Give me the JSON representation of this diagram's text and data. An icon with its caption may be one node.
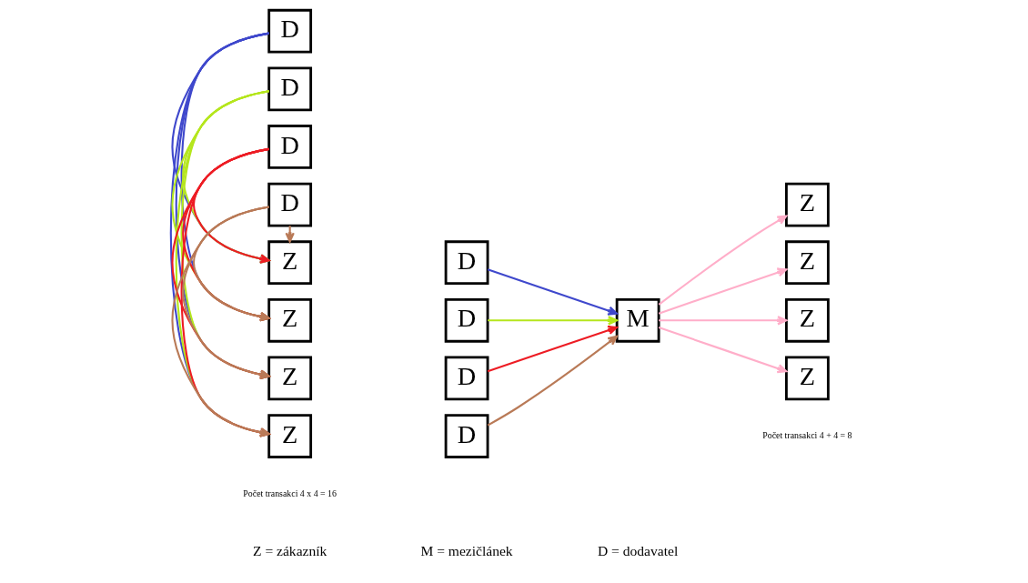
{
  "diagram": {
    "nodes": [
      {
        "text": [
          "D"
        ]
      },
      {
        "text": [
          "D"
        ]
      },
      {
        "text": [
          "D"
        ]
      },
      {
        "text": [
          "D"
        ]
      },
      {
        "text": [
          "Z"
        ]
      },
      {
        "text": [
          "Z"
        ]
      },
      {
        "text": [
          "Z"
        ]
      },
      {
        "text": [
          "Z"
        ]
      },
      {
        "text": [
          "D"
        ]
      },
      {
        "text": [
          "D"
        ]
      },
      {
        "text": [
          "D"
        ]
      },
      {
        "text": [
          "D"
        ]
      },
      {
        "text": [
          "M"
        ]
      },
      {
        "text": [
          "Z"
        ]
      },
      {
        "text": [
          "Z"
        ]
      },
      {
        "text": [
          "Z"
        ]
      },
      {
        "text": [
          "Z"
        ]
      }
    ],
    "edges": [
      {
        "from": 0,
        "to": 4,
        "arrow": "to",
        "color": "#3f48cc"
      },
      {
        "from": 0,
        "to": 5,
        "arrow": "to",
        "color": "#3f48cc"
      },
      {
        "from": 0,
        "to": 6,
        "arrow": "to",
        "color": "#3f48cc"
      },
      {
        "from": 0,
        "to": 7,
        "arrow": "to",
        "color": "#3f48cc"
      },
      {
        "from": 1,
        "to": 4,
        "arrow": "to",
        "color": "#b5e61d"
      },
      {
        "from": 1,
        "to": 5,
        "arrow": "to",
        "color": "#b5e61d"
      },
      {
        "from": 1,
        "to": 6,
        "arrow": "to",
        "color": "#b5e61d"
      },
      {
        "from": 1,
        "to": 7,
        "arrow": "to",
        "color": "#b5e61d"
      },
      {
        "from": 2,
        "to": 4,
        "arrow": "to",
        "color": "#ed1c24"
      },
      {
        "from": 2,
        "to": 5,
        "arrow": "to",
        "color": "#ed1c24"
      },
      {
        "from": 2,
        "to": 6,
        "arrow": "to",
        "color": "#ed1c24"
      },
      {
        "from": 2,
        "to": 7,
        "arrow": "to",
        "color": "#ed1c24"
      },
      {
        "from": 3,
        "to": 4,
        "arrow": "to",
        "color": "#b97a57"
      },
      {
        "from": 3,
        "to": 5,
        "arrow": "to",
        "color": "#b97a57"
      },
      {
        "from": 3,
        "to": 6,
        "arrow": "to",
        "color": "#b97a57"
      },
      {
        "from": 3,
        "to": 7,
        "arrow": "to",
        "color": "#b97a57"
      },
      {
        "from": 8,
        "to": 12,
        "arrow": "to",
        "color": "#3f48cc"
      },
      {
        "from": 9,
        "to": 12,
        "arrow": "to",
        "color": "#b5e61d"
      },
      {
        "from": 10,
        "to": 12,
        "arrow": "to",
        "color": "#ed1c24"
      },
      {
        "from": 11,
        "to": 12,
        "arrow": "to",
        "color": "#b97a57"
      },
      {
        "from": 12,
        "to": 13,
        "arrow": "to",
        "color": "#ffaec9"
      },
      {
        "from": 12,
        "to": 14,
        "arrow": "to",
        "color": "#ffaec9"
      },
      {
        "from": 12,
        "to": 15,
        "arrow": "to",
        "color": "#ffaec9"
      },
      {
        "from": 12,
        "to": 16,
        "arrow": "to",
        "color": "#ffaec9"
      }
    ],
    "labels": [
      "Počet transakci 4 x 4 = 16",
      "Počet transakci 4 + 4 = 8",
      "Z = zákazník",
      "M = mezičlánek",
      "D = dodavatel"
    ]
  }
}
